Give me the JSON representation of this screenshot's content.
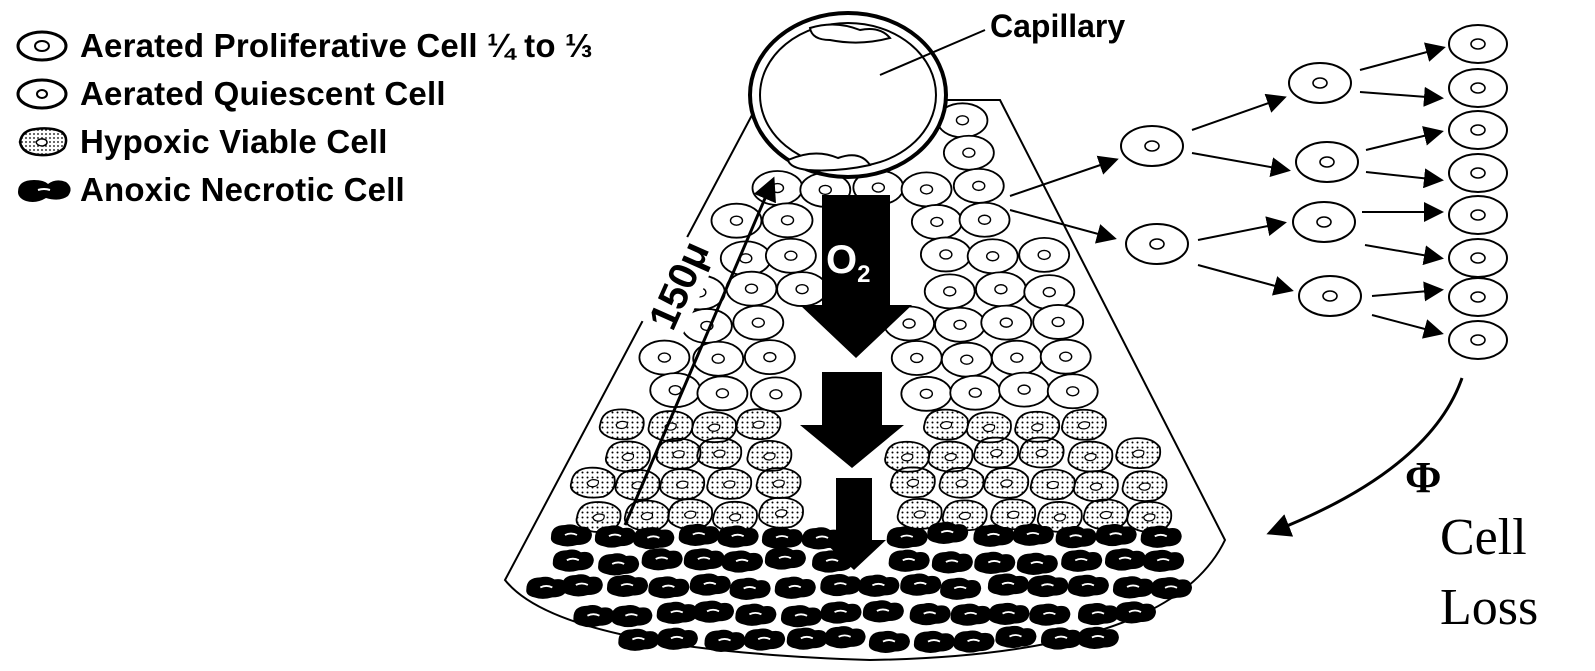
{
  "legend": {
    "items": [
      {
        "label": "Aerated Proliferative Cell ¼ to ⅓",
        "cell_type": "aerated-proliferative"
      },
      {
        "label": "Aerated Quiescent Cell",
        "cell_type": "aerated-quiescent"
      },
      {
        "label": "Hypoxic Viable Cell",
        "cell_type": "hypoxic-viable"
      },
      {
        "label": "Anoxic Necrotic Cell",
        "cell_type": "anoxic-necrotic"
      }
    ]
  },
  "capillary": {
    "label": "Capillary"
  },
  "oxygen": {
    "symbol": "O",
    "subscript": "2"
  },
  "distance": {
    "label": "150μ"
  },
  "cell_loss": {
    "symbol": "Φ",
    "line1": "Cell",
    "line2": "Loss"
  },
  "colors": {
    "ink": "#000000",
    "paper": "#ffffff"
  }
}
